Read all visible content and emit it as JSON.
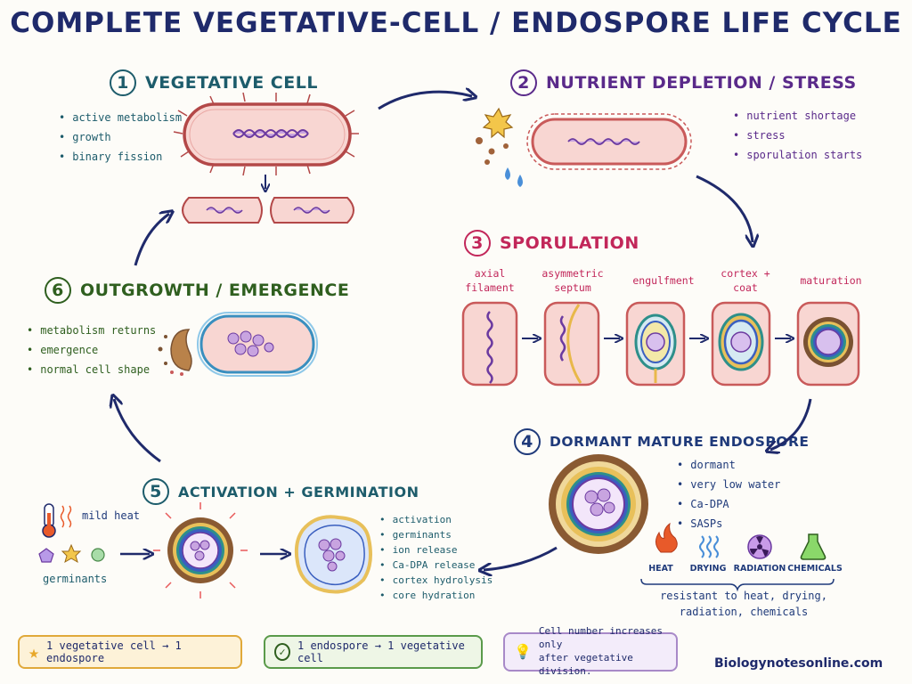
{
  "title": "COMPLETE VEGETATIVE-CELL / ENDOSPORE LIFE CYCLE",
  "sections": {
    "s1": {
      "num": "1",
      "title": "VEGETATIVE CELL",
      "bullets": [
        "active metabolism",
        "growth",
        "binary fission"
      ]
    },
    "s2": {
      "num": "2",
      "title": "NUTRIENT DEPLETION / STRESS",
      "bullets": [
        "nutrient shortage",
        "stress",
        "sporulation starts"
      ]
    },
    "s3": {
      "num": "3",
      "title": "SPORULATION",
      "stages": [
        "axial\nfilament",
        "asymmetric\nseptum",
        "engulfment",
        "cortex +\ncoat",
        "maturation"
      ]
    },
    "s4": {
      "num": "4",
      "title": "DORMANT MATURE ENDOSPORE",
      "bullets": [
        "dormant",
        "very low water",
        "Ca-DPA",
        "SASPs"
      ],
      "icons": [
        "HEAT",
        "DRYING",
        "RADIATION",
        "CHEMICALS"
      ],
      "resistant": "resistant to heat, drying,\nradiation, chemicals"
    },
    "s5": {
      "num": "5",
      "title": "ACTIVATION + GERMINATION",
      "mild_heat": "mild heat",
      "germinants": "germinants",
      "bullets": [
        "activation",
        "germinants",
        "ion release",
        "Ca-DPA release",
        "cortex hydrolysis",
        "core hydration"
      ]
    },
    "s6": {
      "num": "6",
      "title": "OUTGROWTH / EMERGENCE",
      "bullets": [
        "metabolism returns",
        "emergence",
        "normal cell shape"
      ]
    }
  },
  "footer": {
    "box1": "1 vegetative cell → 1 endospore",
    "box2": "1 endospore → 1 vegetative cell",
    "box3": "Cell number increases only\nafter vegetative division.",
    "site": "Biologynotesonline.com"
  },
  "colors": {
    "navy": "#1f2a6b",
    "pink": "#c2275a",
    "purple": "#5a2a8a",
    "teal": "#1d5c6b",
    "green": "#2f5f1f",
    "cell_fill": "#f8d6d2",
    "cell_edge": "#c95a5a"
  }
}
